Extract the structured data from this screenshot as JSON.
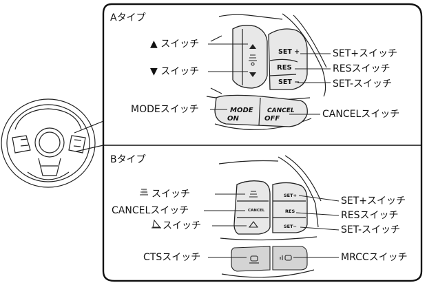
{
  "section_a": {
    "title": "Aタイプ",
    "labels": {
      "up": "▲ スイッチ",
      "down": "▼ スイッチ",
      "mode": "MODEスイッチ",
      "set_plus": "SET+スイッチ",
      "res": "RESスイッチ",
      "set_minus": "SET-スイッチ",
      "cancel": "CANCELスイッチ"
    },
    "button_text": {
      "set_plus": "SET +",
      "res": "RES",
      "set_minus": "SET −",
      "mode": "MODE",
      "on": "ON",
      "cancel": "CANCEL",
      "off": "OFF"
    }
  },
  "section_b": {
    "title": "Bタイプ",
    "labels": {
      "distance": "スイッチ",
      "cancel": "CANCELスイッチ",
      "lane": "スイッチ",
      "cts": "CTSスイッチ",
      "set_plus": "SET+スイッチ",
      "res": "RESスイッチ",
      "set_minus": "SET-スイッチ",
      "mrcc": "MRCCスイッチ"
    },
    "button_text": {
      "cancel": "CANCEL",
      "set_plus": "SET+",
      "res": "RES",
      "set_minus": "SET−"
    }
  }
}
